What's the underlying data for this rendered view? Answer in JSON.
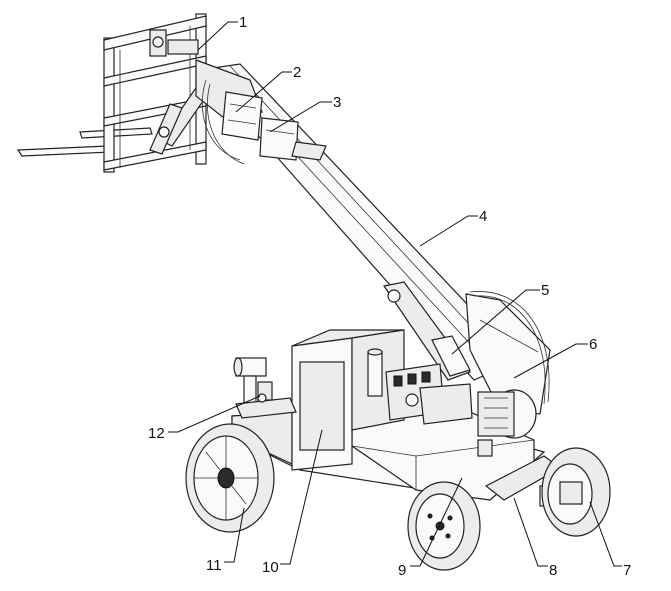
{
  "labels": [
    {
      "id": "1",
      "text": "1"
    },
    {
      "id": "2",
      "text": "2"
    },
    {
      "id": "3",
      "text": "3"
    },
    {
      "id": "4",
      "text": "4"
    },
    {
      "id": "5",
      "text": "5"
    },
    {
      "id": "6",
      "text": "6"
    },
    {
      "id": "7",
      "text": "7"
    },
    {
      "id": "8",
      "text": "8"
    },
    {
      "id": "9",
      "text": "9"
    },
    {
      "id": "10",
      "text": "10"
    },
    {
      "id": "11",
      "text": "11"
    },
    {
      "id": "12",
      "text": "12"
    }
  ]
}
